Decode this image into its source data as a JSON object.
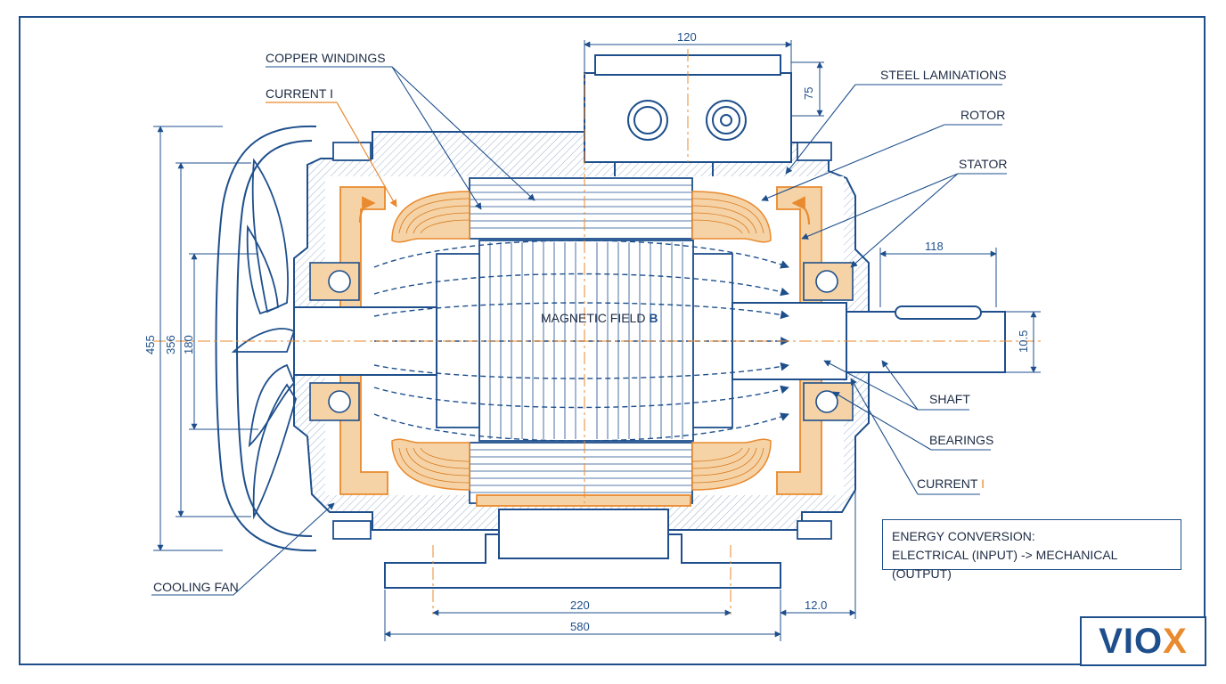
{
  "labels": {
    "copper_windings": "COPPER WINDINGS",
    "current_left": "CURRENT I",
    "steel_laminations": "STEEL LAMINATIONS",
    "rotor": "ROTOR",
    "stator": "STATOR",
    "magnetic_field": "MAGNETIC FIELD",
    "magnetic_field_symbol": "B",
    "shaft": "SHAFT",
    "bearings": "BEARINGS",
    "current_right": "CURRENT",
    "current_right_symbol": "I",
    "cooling_fan": "COOLING FAN"
  },
  "dimensions": {
    "terminal_box_width": "120",
    "terminal_box_height": "75",
    "overall_height": "455",
    "frame_height": "356",
    "core_height": "180",
    "shaft_extension": "118",
    "shaft_diameter": "10.5",
    "foot_hole_spacing": "220",
    "foot_length": "580",
    "shaft_offset": "12.0"
  },
  "energy_box": {
    "line1": "ENERGY CONVERSION:",
    "line2": "ELECTRICAL (INPUT) -> MECHANICAL (OUTPUT)"
  },
  "logo": {
    "main": "VIO",
    "accent": "X"
  },
  "colors": {
    "line": "#1e4f8c",
    "accent": "#e98a2e",
    "winding_fill": "#f5d3a6",
    "text": "#1d2b44"
  }
}
